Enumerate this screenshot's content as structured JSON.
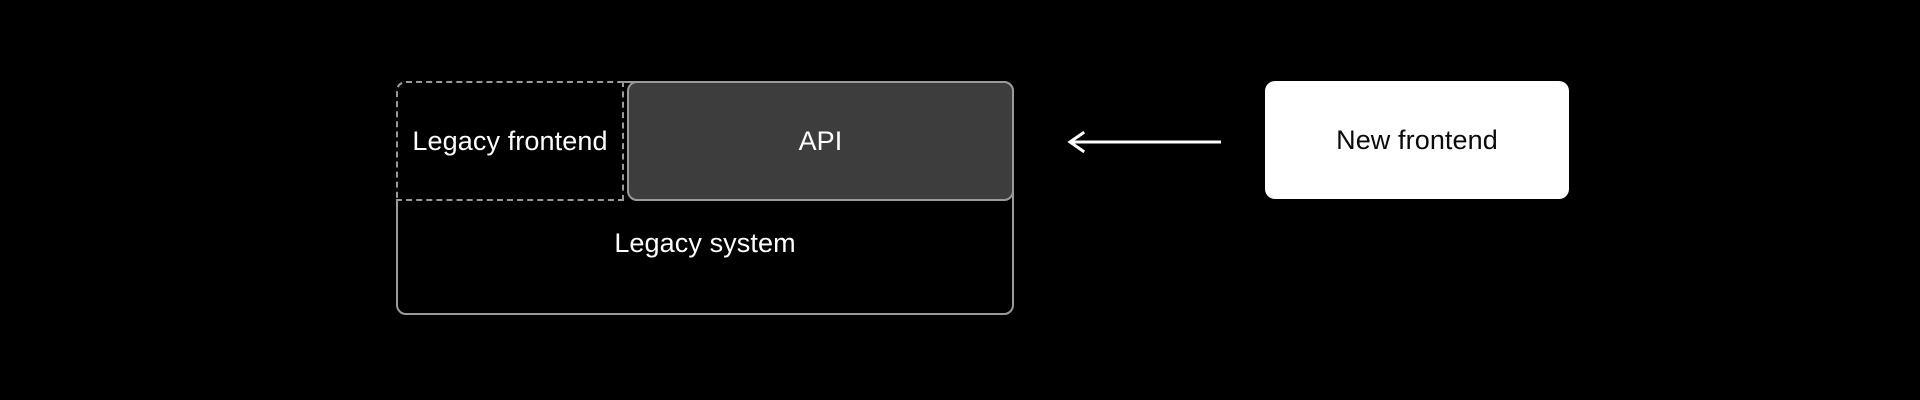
{
  "diagram": {
    "background_color": "#000000",
    "nodes": {
      "legacy_system": {
        "label": "Legacy system",
        "style": "solid-outline",
        "border_color": "#9a9a9a",
        "fill_color": "#000000",
        "text_color": "#ffffff"
      },
      "legacy_frontend": {
        "label": "Legacy frontend",
        "style": "dashed-outline",
        "border_color": "#9a9a9a",
        "fill_color": "#000000",
        "text_color": "#ffffff"
      },
      "api": {
        "label": "API",
        "style": "solid-filled",
        "border_color": "#9a9a9a",
        "fill_color": "#3d3d3d",
        "text_color": "#ffffff"
      },
      "new_frontend": {
        "label": "New frontend",
        "style": "solid-filled",
        "border_color": "#ffffff",
        "fill_color": "#ffffff",
        "text_color": "#0a0a0a"
      }
    },
    "edges": [
      {
        "name": "new-frontend-to-api",
        "from": "new_frontend",
        "to": "api",
        "direction": "left",
        "label": "",
        "color": "#ffffff"
      }
    ]
  }
}
